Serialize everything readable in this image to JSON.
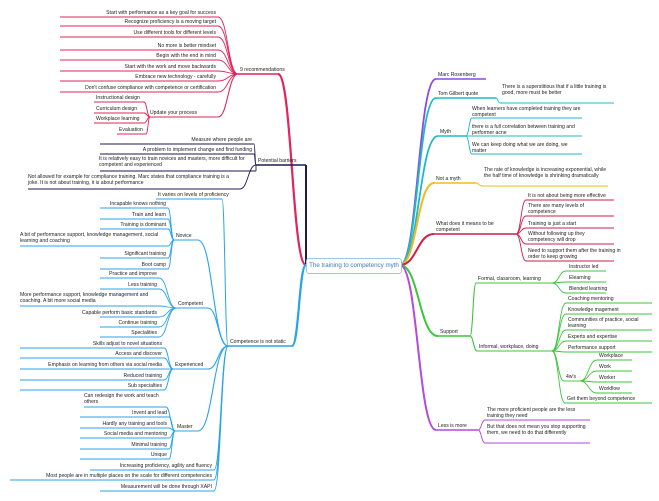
{
  "center": "The training to competency myth",
  "colors": {
    "recommendations": "#e0245e",
    "barriers": "#1f1b4d",
    "competence": "#29a3e8",
    "rosenberg": "#8a4be0",
    "myth": "#1fb8c9",
    "notmyth": "#f5b81c",
    "competent": "#cc1f4a",
    "support": "#3cc63c",
    "lessmore": "#b44ad8"
  },
  "left": {
    "recommendations": {
      "label": "9 recommendations",
      "items": [
        "Start with performance as a key goal for success",
        "Recognize proficiency is a moving target",
        "Use different tools for different levels",
        "No more is better mindset",
        "Begin with the end in mind",
        "Start with the work and move backwards",
        "Embrace new technology - carefully",
        "Don't confuse compliance with competence or certification"
      ],
      "process": {
        "label": "Update your process",
        "items": [
          "Instructional design",
          "Curriculum design",
          "Workplace learning",
          "Evaluation"
        ]
      }
    },
    "barriers": {
      "label": "Potential barriers",
      "items": [
        "Measure where people are",
        "A problem to implement change and find funding",
        "It is relatively easy to train novices and masters, more difficult for competent and experienced",
        "Not allowed for example for compliance training. Marc states that compliance training is a joke. It is not about training, it is about performance"
      ]
    },
    "competence": {
      "label": "Competence is not static",
      "varies": "It varies on levels of proficiency",
      "novice": {
        "label": "Novice",
        "items": [
          "Incapable knows nothing",
          "Train and learn",
          "Training is dominant",
          "A bit of performance support, knowledge management, social learning and coaching",
          "Significant training",
          "Boot camp"
        ]
      },
      "competent": {
        "label": "Competent",
        "items": [
          "Practice and improve",
          "Less training",
          "More performance support, knowledge management and coaching. A bit more social media",
          "Capable perform basic standards",
          "Continue training",
          "Specialities"
        ]
      },
      "experienced": {
        "label": "Experienced",
        "items": [
          "Skills adjust to novel situations",
          "Access and discover",
          "Emphasis on learning from others via social media",
          "Reduced training",
          "Sub specialties"
        ]
      },
      "master": {
        "label": "Master",
        "items": [
          "Can redesign the work and teach others",
          "Invent and lead",
          "Hardly any training and tools",
          "Social media and mentoring",
          "Minimal training",
          "Unique"
        ]
      },
      "tail": [
        "Increasing proficiency, agility and fluency",
        "Most people are in multiple places on the scale for different competencies",
        "Measurement will be done through XAPI"
      ]
    }
  },
  "right": {
    "rosenberg": "Marc Rosenberg",
    "gilbert": {
      "label": "Tom Gilbert quote",
      "text": "There is a superstitious that if a little training is good, more must be better"
    },
    "myth": {
      "label": "Myth",
      "items": [
        "When learners have completed training they are competent",
        "there is a full correlation between training and performer acne",
        "We can keep doing what we are doing, we matter"
      ]
    },
    "notmyth": {
      "label": "Not a myth",
      "text": "The rate of knowledge is increasing exponential, while the half time of knowledge is shrinking dramatically"
    },
    "competent": {
      "label": "What does it means to be competent",
      "items": [
        "It is not about being more effective",
        "There are many levels of competence",
        "Training is just a start",
        "Without following up they competency will drop",
        "Need to support them after the training in order to keep growing"
      ]
    },
    "support": {
      "label": "Support",
      "formal": {
        "label": "Formal, classroom, learning",
        "items": [
          "Instructor led",
          "Elearning",
          "Blended learning"
        ]
      },
      "informal": {
        "label": "Informal, workplace, doing",
        "items": [
          "Coaching mentoring",
          "Knowledge magement",
          "Communities of practice, social learning",
          "Experts and expertise",
          "Performance support"
        ],
        "fourw": {
          "label": "4w's",
          "items": [
            "Workplace",
            "Work",
            "Worker",
            "Workflow"
          ]
        },
        "last": "Get them beyond competence"
      }
    },
    "lessmore": {
      "label": "Less is more",
      "items": [
        "The more proficient people are the less training they need",
        "But that does not mean you stop supporting them, we need to do that differently"
      ]
    }
  }
}
